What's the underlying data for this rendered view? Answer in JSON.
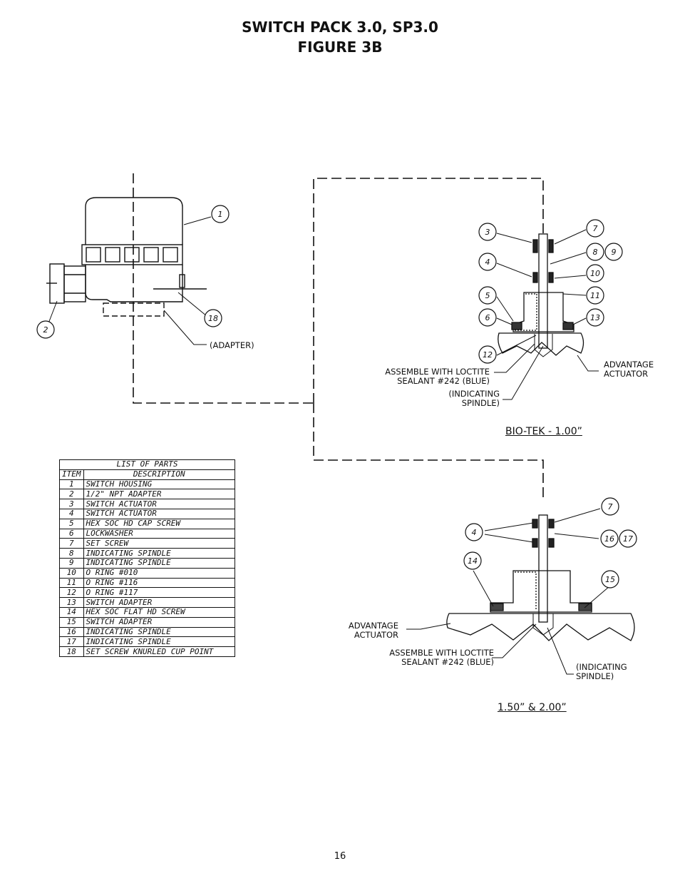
{
  "header": {
    "title_line1": "SWITCH PACK 3.0, SP3.0",
    "title_line2": "FIGURE 3B"
  },
  "labels": {
    "adapter": "(ADAPTER)",
    "loctite_top_l1": "ASSEMBLE WITH LOCTITE",
    "loctite_top_l2": "SEALANT #242 (BLUE)",
    "spindle_top_l1": "(INDICATING",
    "spindle_top_l2": "SPINDLE)",
    "actuator_top_l1": "ADVANTAGE",
    "actuator_top_l2": "ACTUATOR",
    "actuator_bot_l1": "ADVANTAGE",
    "actuator_bot_l2": "ACTUATOR",
    "loctite_bot_l1": "ASSEMBLE WITH LOCTITE",
    "loctite_bot_l2": "SEALANT #242 (BLUE)",
    "spindle_bot_l1": "(INDICATING",
    "spindle_bot_l2": "SPINDLE)"
  },
  "captions": {
    "top": "BIO-TEK - 1.00”",
    "bottom": "1.50” & 2.00”"
  },
  "balloons": [
    "1",
    "2",
    "18",
    "3",
    "4",
    "5",
    "6",
    "12",
    "7",
    "8",
    "9",
    "10",
    "11",
    "13",
    "7",
    "4",
    "14",
    "16",
    "17",
    "15"
  ],
  "parts_list": {
    "title": "LIST OF PARTS",
    "col_item": "ITEM",
    "col_desc": "DESCRIPTION",
    "rows": [
      {
        "item": "1",
        "desc": "SWITCH HOUSING"
      },
      {
        "item": "2",
        "desc": "1/2\" NPT ADAPTER"
      },
      {
        "item": "3",
        "desc": "SWITCH ACTUATOR"
      },
      {
        "item": "4",
        "desc": "SWITCH ACTUATOR"
      },
      {
        "item": "5",
        "desc": "HEX SOC HD CAP SCREW"
      },
      {
        "item": "6",
        "desc": "LOCKWASHER"
      },
      {
        "item": "7",
        "desc": "SET SCREW"
      },
      {
        "item": "8",
        "desc": "INDICATING SPINDLE"
      },
      {
        "item": "9",
        "desc": "INDICATING SPINDLE"
      },
      {
        "item": "10",
        "desc": "O RING #010"
      },
      {
        "item": "11",
        "desc": "O RING #116"
      },
      {
        "item": "12",
        "desc": "O RING #117"
      },
      {
        "item": "13",
        "desc": "SWITCH ADAPTER"
      },
      {
        "item": "14",
        "desc": "HEX SOC FLAT HD SCREW"
      },
      {
        "item": "15",
        "desc": "SWITCH ADAPTER"
      },
      {
        "item": "16",
        "desc": "INDICATING SPINDLE"
      },
      {
        "item": "17",
        "desc": "INDICATING SPINDLE"
      },
      {
        "item": "18",
        "desc": "SET SCREW KNURLED CUP POINT"
      }
    ]
  },
  "footer": {
    "page_number": "16"
  }
}
